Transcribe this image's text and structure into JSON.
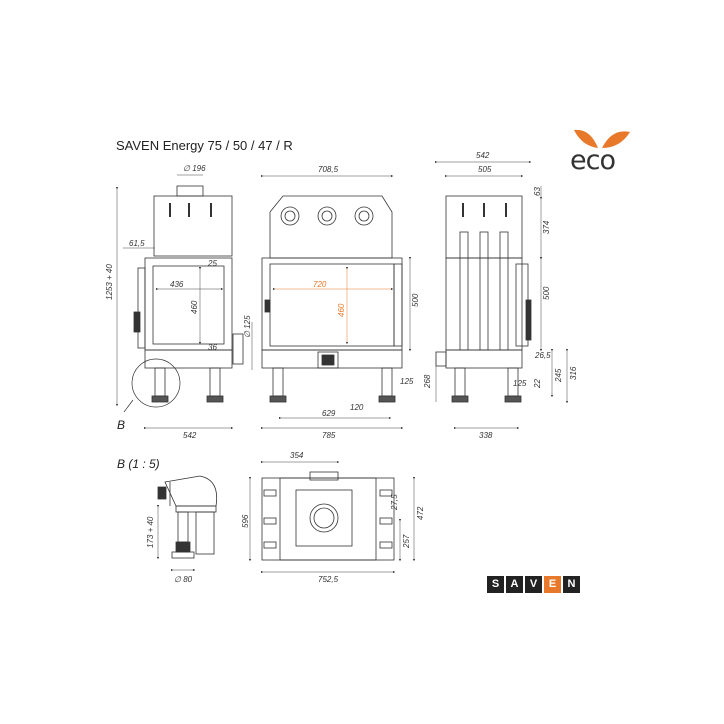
{
  "title": "SAVEN Energy 75 / 50 / 47 / R",
  "eco_logo": {
    "text": "eco",
    "leaf_colors": [
      "#e8782a",
      "#e8782a"
    ]
  },
  "brand_logo": {
    "letters": [
      "S",
      "A",
      "V",
      "E",
      "N"
    ],
    "accent_letter_index": 3,
    "accent_color": "#e8782a"
  },
  "detail_labels": {
    "callout": "B",
    "detail_title": "B (1 : 5)"
  },
  "dimensions": {
    "side_left": {
      "pipe_diameter": "∅ 196",
      "height": "1253 + 40",
      "offset": "61,5",
      "depth_inner": "436",
      "height_inner": "460",
      "small_top": "25",
      "small_bottom": "36",
      "width": "542"
    },
    "front": {
      "top_width": "708,5",
      "glass_width": "720",
      "glass_height": "460",
      "side_height": "500",
      "pipe": "∅ 125",
      "leg_span": "629",
      "leg_offset": "120",
      "foot": "125",
      "total_width": "785"
    },
    "side_right": {
      "top_total": "542",
      "top_inner": "505",
      "h63": "63",
      "h374": "374",
      "h500": "500",
      "h26": "26,5",
      "h268": "268",
      "h245": "245",
      "h316": "316",
      "h125": "125",
      "h22": "22",
      "bottom": "338"
    },
    "plan": {
      "top": "354",
      "depth": "596",
      "right_a": "472",
      "right_b": "257",
      "right_c": "27,5",
      "width": "752,5"
    },
    "detail": {
      "height": "173 + 40",
      "foot_diameter": "∅ 80"
    }
  }
}
